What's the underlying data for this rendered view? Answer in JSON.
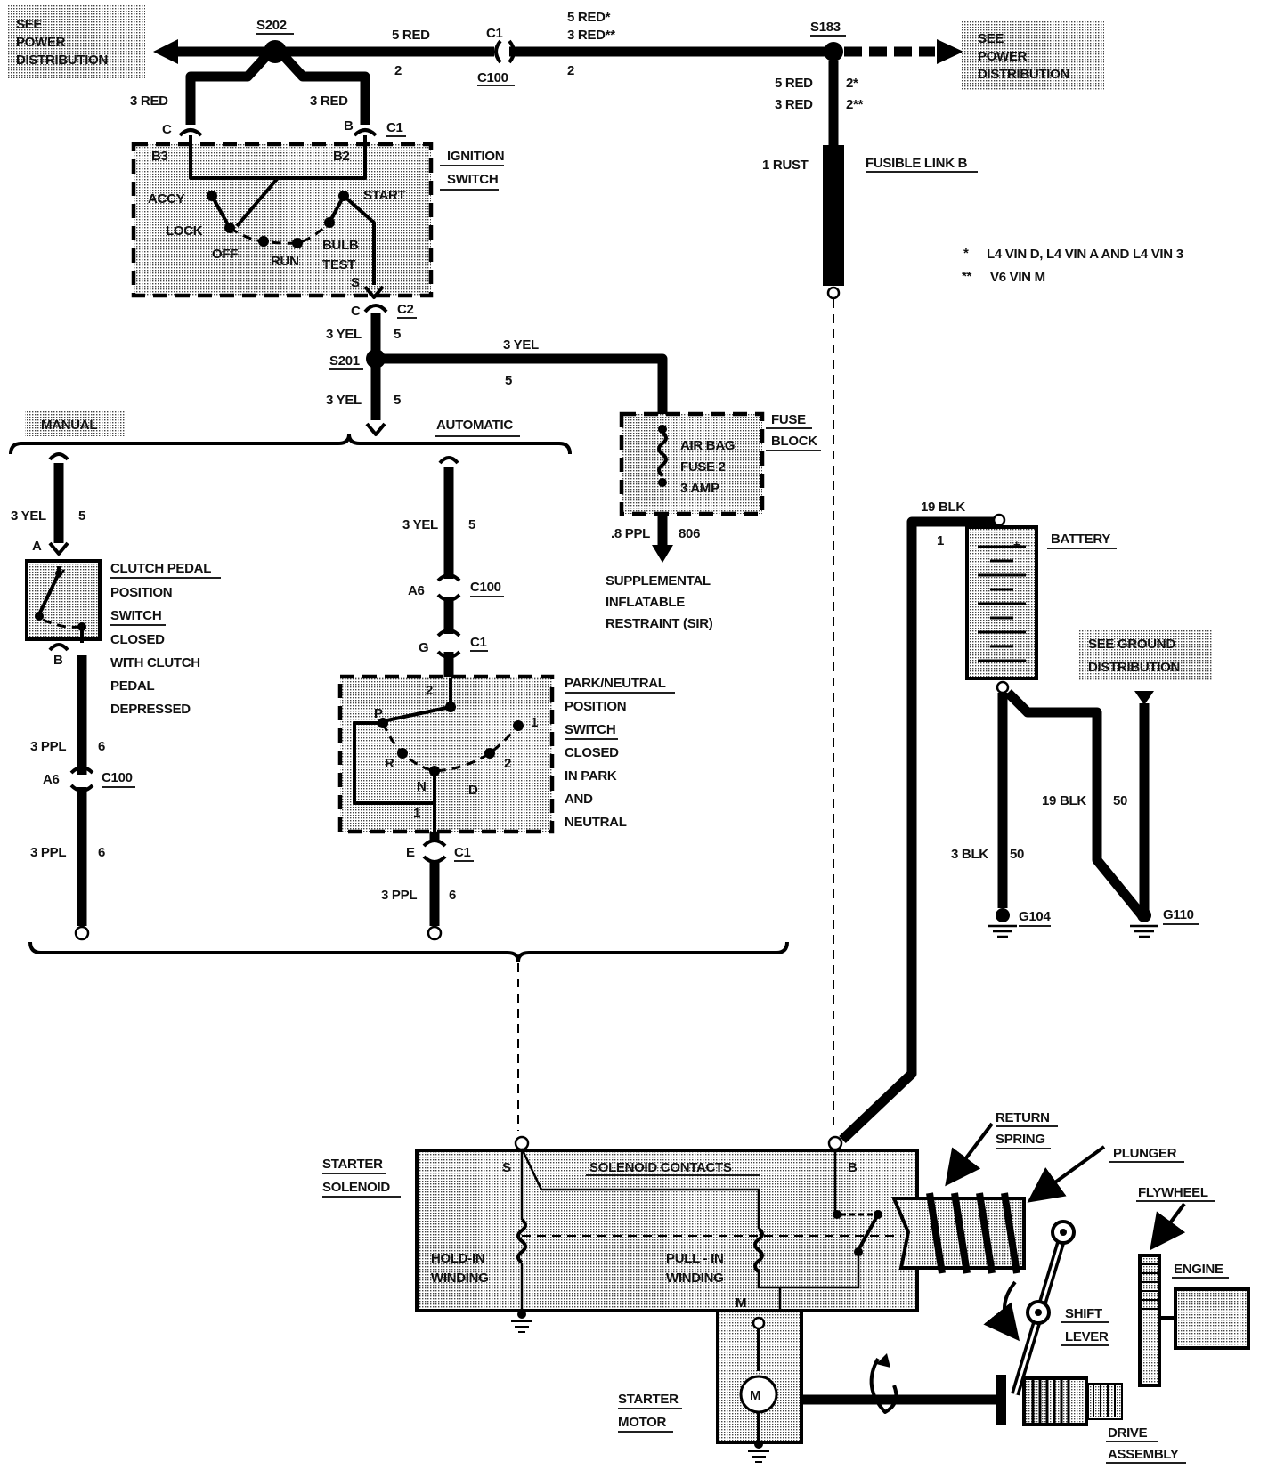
{
  "top": {
    "power_left": [
      "SEE",
      "POWER",
      "DISTRIBUTION"
    ],
    "power_right": [
      "SEE",
      "POWER",
      "DISTRIBUTION"
    ],
    "s202": "S202",
    "s183": "S183",
    "wire_5red": "5 RED",
    "c1": "C1",
    "c100": "C100",
    "circ_2a": "2",
    "circ_2b": "2",
    "red_5_star": "5 RED*",
    "red_3_2star": "3 RED**",
    "s183_5red": "5 RED",
    "s183_3red": "3 RED",
    "s183_2star": "2*",
    "s183_2dstar": "2**",
    "rust": "1 RUST",
    "fusible_link": "FUSIBLE LINK B"
  },
  "notes": {
    "note1_mark": "*",
    "note1": "L4 VIN D, L4 VIN A AND L4 VIN 3",
    "note2_mark": "**",
    "note2": "V6 VIN M"
  },
  "ignition": {
    "red_left": "3 RED",
    "red_right": "3 RED",
    "pin_c": "C",
    "pin_b": "B",
    "conn_c1": "C1",
    "b3": "B3",
    "b2": "B2",
    "title": [
      "IGNITION",
      "SWITCH"
    ],
    "accy": "ACCY",
    "start": "START",
    "lock": "LOCK",
    "off": "OFF",
    "run": "RUN",
    "bulb": "BULB",
    "test": "TEST",
    "s": "S",
    "out_c": "C",
    "conn_c2": "C2",
    "yel_a": "3 YEL",
    "yel_a5": "5",
    "s201": "S201",
    "yel_b": "3 YEL",
    "yel_b5": "5",
    "yel_branch": "3 YEL",
    "yel_branch5": "5"
  },
  "fuse": {
    "title": [
      "FUSE",
      "BLOCK"
    ],
    "label": [
      "AIR BAG",
      "FUSE 2",
      "3 AMP"
    ],
    "ppl": ".8 PPL",
    "circ": "806",
    "dest": [
      "SUPPLEMENTAL",
      "INFLATABLE",
      "RESTRAINT (SIR)"
    ]
  },
  "manual": {
    "title": "MANUAL",
    "yel": "3 YEL",
    "yel5": "5",
    "pin_a": "A",
    "pin_b": "B",
    "switch": [
      "CLUTCH PEDAL",
      "POSITION",
      "SWITCH",
      "CLOSED",
      "WITH CLUTCH",
      "PEDAL",
      "DEPRESSED"
    ],
    "ppl1": "3 PPL",
    "ppl1c": "6",
    "a6": "A6",
    "c100": "C100",
    "ppl2": "3 PPL",
    "ppl2c": "6"
  },
  "automatic": {
    "title": "AUTOMATIC",
    "yel": "3 YEL",
    "yel5": "5",
    "a6": "A6",
    "c100": "C100",
    "g": "G",
    "c1": "C1",
    "pin2": "2",
    "p": "P",
    "r": "R",
    "n": "N",
    "d": "D",
    "one": "1",
    "two": "2",
    "pin1": "1",
    "switch": [
      "PARK/NEUTRAL",
      "POSITION",
      "SWITCH",
      "CLOSED",
      "IN PARK",
      "AND",
      "NEUTRAL"
    ],
    "e": "E",
    "c1b": "C1",
    "ppl": "3 PPL",
    "pplc": "6"
  },
  "battery": {
    "blk19": "19 BLK",
    "circ1": "1",
    "title": "BATTERY",
    "plus": "+",
    "ground_dist": [
      "SEE GROUND",
      "DISTRIBUTION"
    ],
    "blk19b": "19 BLK",
    "blk19b_c": "50",
    "blk3": "3 BLK",
    "blk3_c": "50",
    "g104": "G104",
    "g110": "G110"
  },
  "starter": {
    "solenoid": [
      "STARTER",
      "SOLENOID"
    ],
    "s": "S",
    "b": "B",
    "m": "M",
    "contacts": "SOLENOID CONTACTS",
    "hold_in": [
      "HOLD-IN",
      "WINDING"
    ],
    "pull_in": [
      "PULL - IN",
      "WINDING"
    ],
    "return_spring": [
      "RETURN",
      "SPRING"
    ],
    "plunger": "PLUNGER",
    "flywheel": "FLYWHEEL",
    "engine": "ENGINE",
    "shift_lever": [
      "SHIFT",
      "LEVER"
    ],
    "motor": [
      "STARTER",
      "MOTOR"
    ],
    "motor_m": "M",
    "drive": [
      "DRIVE",
      "ASSEMBLY"
    ]
  }
}
